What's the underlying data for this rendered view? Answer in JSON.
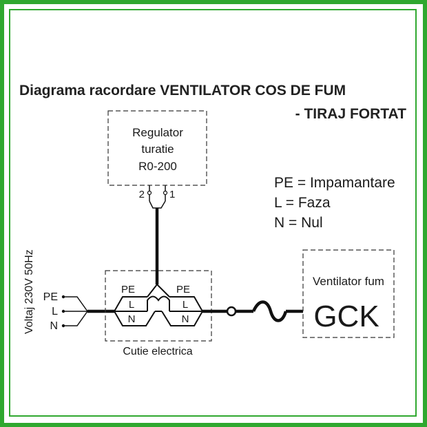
{
  "title": {
    "line1": "Diagrama racordare VENTILATOR COS DE FUM",
    "line2": "- TIRAJ FORTAT"
  },
  "regulator": {
    "line1": "Regulator",
    "line2": "turatie",
    "line3": "R0-200",
    "pin_left": "2",
    "pin_right": "1"
  },
  "legend": {
    "pe": "PE = Impamantare",
    "l": "L = Faza",
    "n": "N = Nul"
  },
  "supply": {
    "voltage_label": "Voltaj 230V 50Hz",
    "pe": "PE",
    "l": "L",
    "n": "N"
  },
  "junction_box": {
    "label": "Cutie electrica",
    "left": {
      "pe": "PE",
      "l": "L",
      "n": "N"
    },
    "right": {
      "pe": "PE",
      "l": "L",
      "n": "N"
    }
  },
  "fan": {
    "label": "Ventilator fum",
    "brand": "GCK"
  },
  "colors": {
    "frame": "#2fa82f",
    "line": "#111111"
  }
}
